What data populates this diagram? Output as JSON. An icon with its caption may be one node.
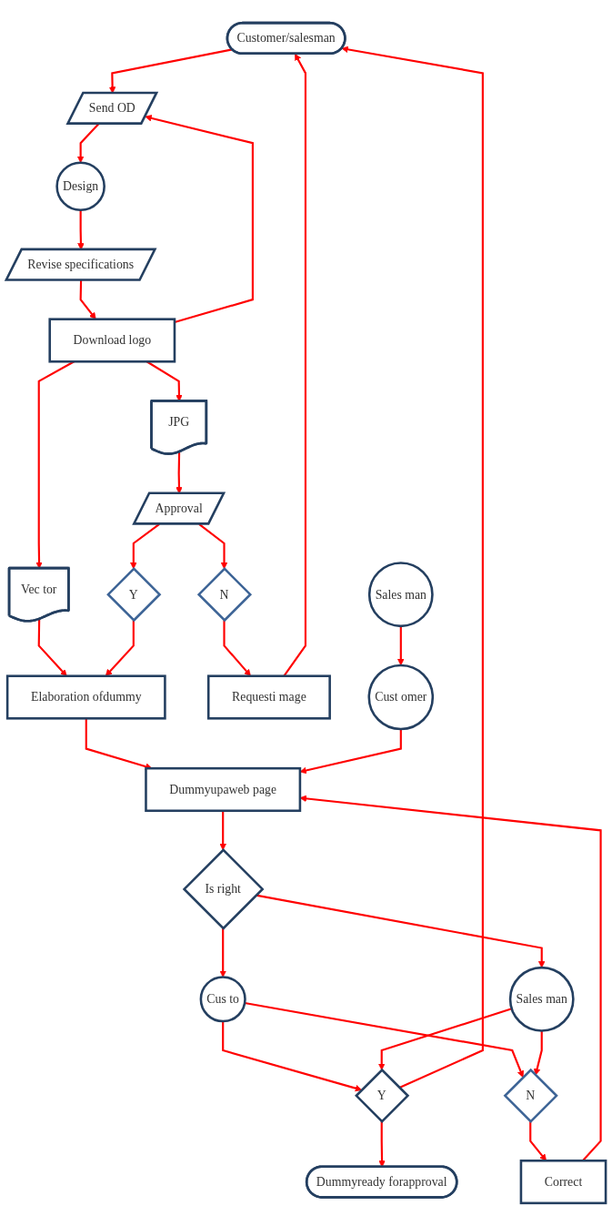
{
  "diagram": {
    "nodes": [
      {
        "text": [
          "Customer/salesman"
        ]
      },
      {
        "text": [
          "Send OD"
        ]
      },
      {
        "text": [
          "Design"
        ]
      },
      {
        "text": [
          "Revise specifications"
        ]
      },
      {
        "text": [
          "Download logo"
        ]
      },
      {
        "text": [
          "Vec tor"
        ]
      },
      {
        "text": [
          "JPG"
        ]
      },
      {
        "text": [
          "Elaboration ofdummy"
        ]
      },
      {
        "text": [
          "Approval"
        ]
      },
      {
        "text": [
          "Y"
        ]
      },
      {
        "text": [
          "N"
        ]
      },
      {
        "text": [
          "Dummyupaweb page"
        ]
      },
      {
        "text": [
          "Requesti mage"
        ]
      },
      {
        "text": [
          "Is right"
        ]
      },
      {
        "text": [
          "Cus to"
        ]
      },
      {
        "text": [
          "Sales man"
        ]
      },
      {
        "text": [
          "Cust omer"
        ]
      },
      {
        "text": [
          "Sales man"
        ]
      },
      {
        "text": [
          "Y"
        ]
      },
      {
        "text": [
          "N"
        ]
      },
      {
        "text": [
          "Correct"
        ]
      },
      {
        "text": [
          "Dummyready forapproval"
        ]
      }
    ],
    "edges": [
      {
        "from": 0,
        "to": 1,
        "arrow": "to"
      },
      {
        "from": 1,
        "to": 2,
        "arrow": "to"
      },
      {
        "from": 2,
        "to": 3,
        "arrow": "to"
      },
      {
        "from": 3,
        "to": 4,
        "arrow": "to"
      },
      {
        "from": 4,
        "to": 1,
        "arrow": "to"
      },
      {
        "from": 4,
        "to": 5,
        "arrow": "to"
      },
      {
        "from": 4,
        "to": 6,
        "arrow": "to"
      },
      {
        "from": 5,
        "to": 7,
        "arrow": "to"
      },
      {
        "from": 6,
        "to": 8,
        "arrow": "to"
      },
      {
        "from": 8,
        "to": 9,
        "arrow": "to"
      },
      {
        "from": 8,
        "to": 10,
        "arrow": "to"
      },
      {
        "from": 9,
        "to": 7,
        "arrow": "to"
      },
      {
        "from": 10,
        "to": 12,
        "arrow": "to"
      },
      {
        "from": 12,
        "to": 0,
        "arrow": "to"
      },
      {
        "from": 7,
        "to": 11,
        "arrow": "to"
      },
      {
        "from": 11,
        "to": 13,
        "arrow": "to"
      },
      {
        "from": 13,
        "to": 14,
        "arrow": "to"
      },
      {
        "from": 13,
        "to": 15,
        "arrow": "to"
      },
      {
        "from": 14,
        "to": 18,
        "arrow": "to"
      },
      {
        "from": 14,
        "to": 19,
        "arrow": "to"
      },
      {
        "from": 15,
        "to": 18,
        "arrow": "to"
      },
      {
        "from": 15,
        "to": 19,
        "arrow": "to"
      },
      {
        "from": 18,
        "to": 0,
        "arrow": "to"
      },
      {
        "from": 18,
        "to": 21,
        "arrow": "to"
      },
      {
        "from": 19,
        "to": 20,
        "arrow": "to"
      },
      {
        "from": 20,
        "to": 11,
        "arrow": "to"
      },
      {
        "from": 16,
        "to": 11,
        "arrow": "to"
      },
      {
        "from": 17,
        "to": 16,
        "arrow": "to"
      }
    ]
  }
}
